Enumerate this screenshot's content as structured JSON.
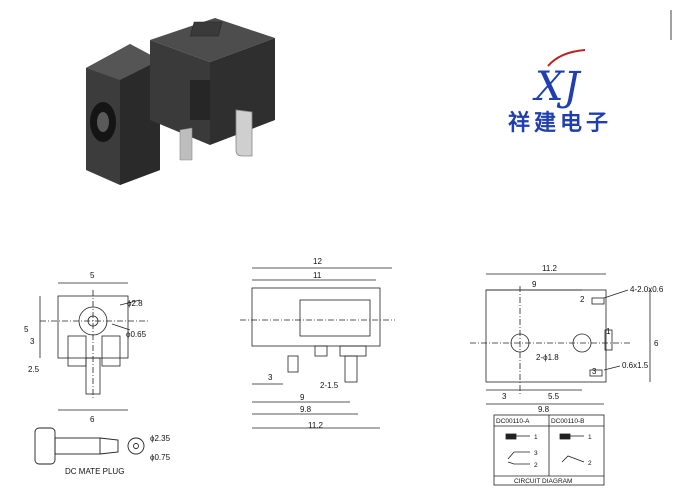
{
  "logo": {
    "initials": "XJ",
    "company": "祥建电子"
  },
  "front_view": {
    "dims": [
      "5",
      "5",
      "3",
      "2.5",
      "6"
    ],
    "hole_labels": [
      "ϕ2.8",
      "ϕ0.65"
    ]
  },
  "side_view": {
    "dims": [
      "12",
      "11",
      "3",
      "2-1.5",
      "9",
      "9.8",
      "11.2"
    ]
  },
  "top_view": {
    "dims": [
      "11.2",
      "9",
      "2",
      "4-2.0x0.6",
      "1",
      "6",
      "2-ϕ1.8",
      "3",
      "0.6x1.5",
      "3",
      "5.5",
      "9.8"
    ]
  },
  "mate_plug": {
    "label": "DC MATE PLUG",
    "dims": [
      "ϕ2.35",
      "ϕ0.75"
    ]
  },
  "circuit": {
    "left_title": "DC00110-A",
    "right_title": "DC00110-B",
    "caption": "CIRCUIT DIAGRAM",
    "pins_left": [
      "1",
      "3",
      "2"
    ],
    "pins_right": [
      "1",
      "2"
    ]
  }
}
